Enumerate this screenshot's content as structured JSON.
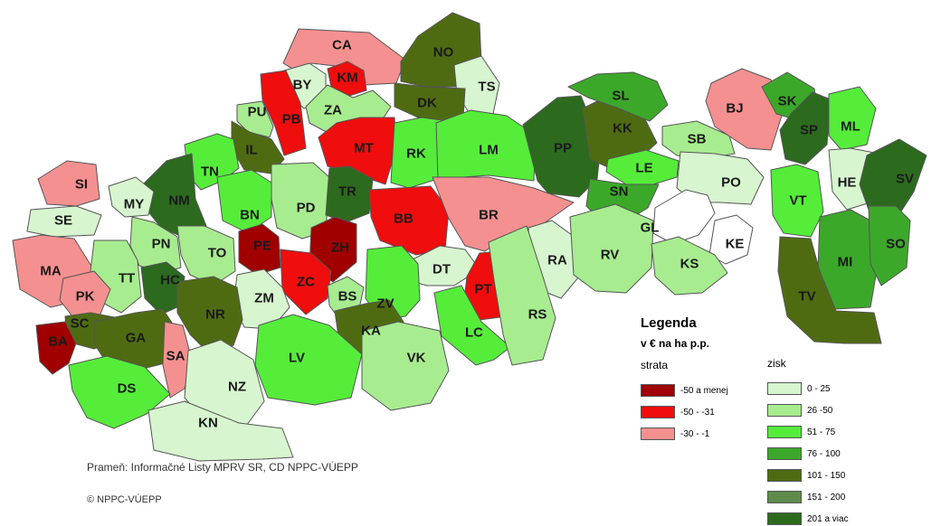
{
  "colors": {
    "loss_high": "#a00000",
    "loss_mid": "#f00d0d",
    "loss_low": "#f59090",
    "gain_0_25": "#d7f5cf",
    "gain_26_50": "#a8ec90",
    "gain_51_75": "#55ed3a",
    "gain_76_100": "#3ca82a",
    "gain_101_150": "#4f6b12",
    "gain_151_200": "#5e8a4a",
    "gain_201_plus": "#2c6a1e",
    "no_data": "#ffffff"
  },
  "legend": {
    "title": "Legenda",
    "unit": "v € na ha p.p.",
    "loss_heading": "strata",
    "gain_heading": "zisk",
    "loss_classes": [
      {
        "label": "-50 a menej",
        "color": "#a00000"
      },
      {
        "label": "-50 - -31",
        "color": "#f00d0d"
      },
      {
        "label": "-30 - -1",
        "color": "#f59090"
      }
    ],
    "gain_classes": [
      {
        "label": "0 - 25",
        "color": "#d7f5cf"
      },
      {
        "label": "26 -50",
        "color": "#a8ec90"
      },
      {
        "label": "51 - 75",
        "color": "#55ed3a"
      },
      {
        "label": "76 - 100",
        "color": "#3ca82a"
      },
      {
        "label": "101 - 150",
        "color": "#4f6b12"
      },
      {
        "label": "151 - 200",
        "color": "#5e8a4a"
      },
      {
        "label": "201 a viac",
        "color": "#2c6a1e"
      }
    ]
  },
  "source": "Prameň: Informačné Listy MPRV SR, CD NPPC-VÚEPP",
  "copyright": "© NPPC-VÚEPP",
  "districts": [
    {
      "code": "CA",
      "class": "loss_low"
    },
    {
      "code": "KM",
      "class": "loss_mid"
    },
    {
      "code": "NO",
      "class": "gain_101_150"
    },
    {
      "code": "TS",
      "class": "gain_0_25"
    },
    {
      "code": "BY",
      "class": "gain_0_25"
    },
    {
      "code": "PB",
      "class": "loss_mid"
    },
    {
      "code": "ZA",
      "class": "gain_26_50"
    },
    {
      "code": "DK",
      "class": "gain_101_150"
    },
    {
      "code": "PU",
      "class": "gain_26_50"
    },
    {
      "code": "IL",
      "class": "gain_101_150"
    },
    {
      "code": "MT",
      "class": "loss_mid"
    },
    {
      "code": "RK",
      "class": "gain_51_75"
    },
    {
      "code": "LM",
      "class": "gain_51_75"
    },
    {
      "code": "PP",
      "class": "gain_201_plus"
    },
    {
      "code": "KK",
      "class": "gain_101_150"
    },
    {
      "code": "SL",
      "class": "gain_76_100"
    },
    {
      "code": "SB",
      "class": "gain_26_50"
    },
    {
      "code": "BJ",
      "class": "loss_low"
    },
    {
      "code": "SK",
      "class": "gain_76_100"
    },
    {
      "code": "SP",
      "class": "gain_201_plus"
    },
    {
      "code": "ML",
      "class": "gain_51_75"
    },
    {
      "code": "HE",
      "class": "gain_0_25"
    },
    {
      "code": "SV",
      "class": "gain_201_plus"
    },
    {
      "code": "TN",
      "class": "gain_51_75"
    },
    {
      "code": "NM",
      "class": "gain_201_plus"
    },
    {
      "code": "MY",
      "class": "gain_0_25"
    },
    {
      "code": "SI",
      "class": "loss_low"
    },
    {
      "code": "SE",
      "class": "gain_0_25"
    },
    {
      "code": "BN",
      "class": "gain_51_75"
    },
    {
      "code": "PD",
      "class": "gain_26_50"
    },
    {
      "code": "TR",
      "class": "gain_201_plus"
    },
    {
      "code": "BB",
      "class": "loss_mid"
    },
    {
      "code": "BR",
      "class": "loss_low"
    },
    {
      "code": "LE",
      "class": "gain_51_75"
    },
    {
      "code": "SN",
      "class": "gain_76_100"
    },
    {
      "code": "PO",
      "class": "gain_0_25"
    },
    {
      "code": "GL",
      "class": "no_data"
    },
    {
      "code": "KE",
      "class": "no_data"
    },
    {
      "code": "VT",
      "class": "gain_51_75"
    },
    {
      "code": "MI",
      "class": "gain_76_100"
    },
    {
      "code": "SO",
      "class": "gain_76_100"
    },
    {
      "code": "PN",
      "class": "gain_26_50"
    },
    {
      "code": "TO",
      "class": "gain_26_50"
    },
    {
      "code": "PE",
      "class": "loss_high"
    },
    {
      "code": "ZH",
      "class": "loss_high"
    },
    {
      "code": "MA",
      "class": "loss_low"
    },
    {
      "code": "TT",
      "class": "gain_26_50"
    },
    {
      "code": "HC",
      "class": "gain_201_plus"
    },
    {
      "code": "ZC",
      "class": "loss_mid"
    },
    {
      "code": "ZM",
      "class": "gain_0_25"
    },
    {
      "code": "DT",
      "class": "gain_0_25"
    },
    {
      "code": "ZV",
      "class": "gain_51_75"
    },
    {
      "code": "PT",
      "class": "loss_mid"
    },
    {
      "code": "RA",
      "class": "gain_0_25"
    },
    {
      "code": "RV",
      "class": "gain_26_50"
    },
    {
      "code": "KS",
      "class": "gain_26_50"
    },
    {
      "code": "TV",
      "class": "gain_101_150"
    },
    {
      "code": "PK",
      "class": "loss_low"
    },
    {
      "code": "NR",
      "class": "gain_101_150"
    },
    {
      "code": "BS",
      "class": "gain_26_50"
    },
    {
      "code": "SC",
      "class": "gain_101_150"
    },
    {
      "code": "GA",
      "class": "gain_101_150"
    },
    {
      "code": "KA",
      "class": "gain_101_150"
    },
    {
      "code": "LC",
      "class": "gain_51_75"
    },
    {
      "code": "RS",
      "class": "gain_26_50"
    },
    {
      "code": "BA",
      "class": "loss_high"
    },
    {
      "code": "SA",
      "class": "loss_low"
    },
    {
      "code": "LV",
      "class": "gain_51_75"
    },
    {
      "code": "VK",
      "class": "gain_26_50"
    },
    {
      "code": "DS",
      "class": "gain_51_75"
    },
    {
      "code": "NZ",
      "class": "gain_0_25"
    },
    {
      "code": "KN",
      "class": "gain_0_25"
    }
  ]
}
